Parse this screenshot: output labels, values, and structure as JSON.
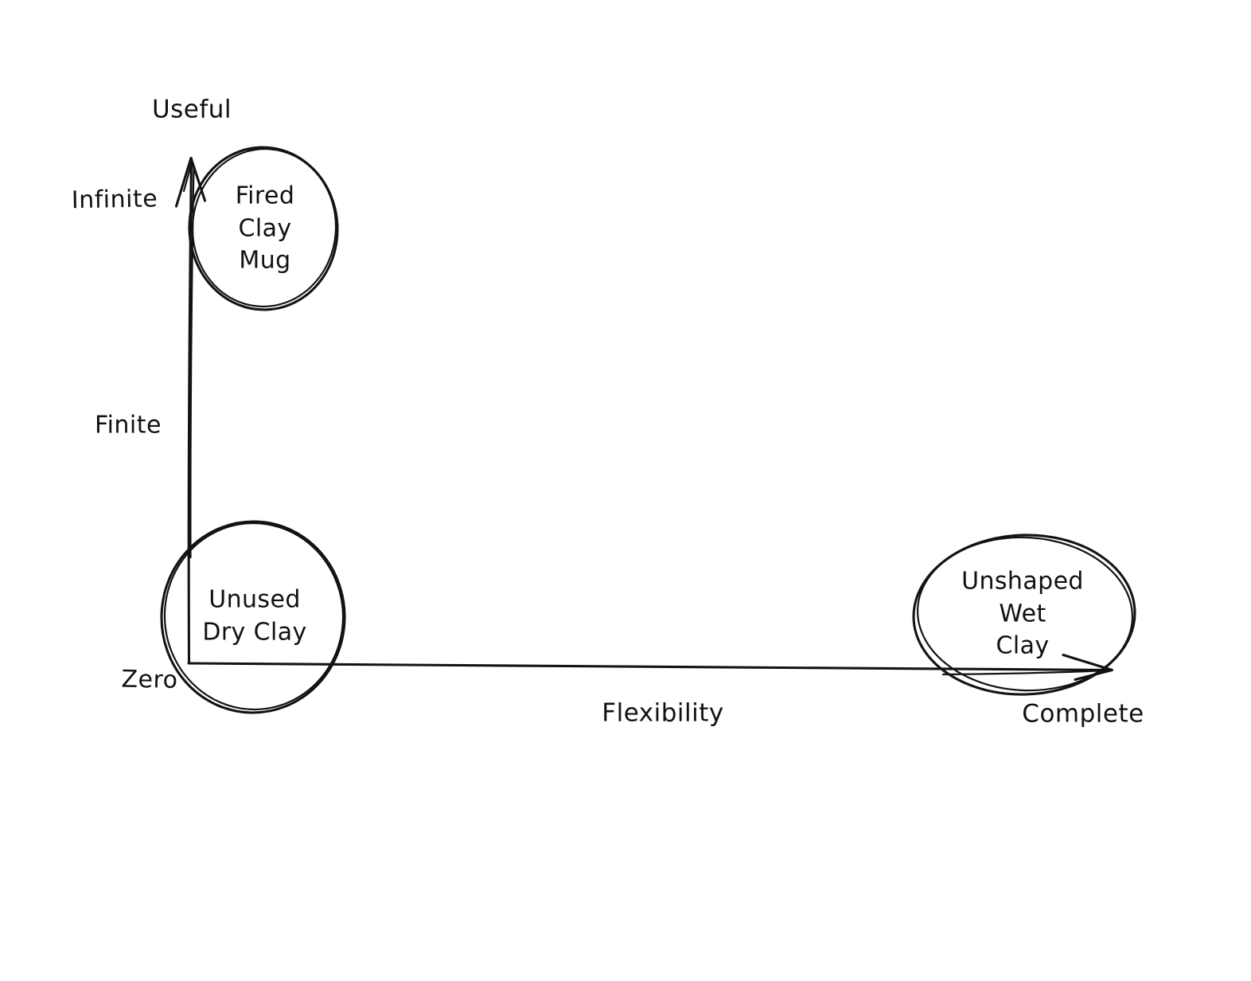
{
  "diagram": {
    "background_color": "#ffffff",
    "ink_color": "#131313",
    "y_axis": {
      "name": "Useful",
      "ticks": [
        {
          "id": "infinite",
          "text": "Infinite"
        },
        {
          "id": "finite",
          "text": "Finite"
        },
        {
          "id": "zero",
          "text": "Zero"
        }
      ]
    },
    "x_axis": {
      "name": "Flexibility",
      "end_tick": "Complete"
    },
    "nodes": [
      {
        "id": "fired-clay-mug",
        "lines": [
          "Fired",
          "Clay",
          "Mug"
        ],
        "position": "high-useful, low-flexibility"
      },
      {
        "id": "unused-dry-clay",
        "lines": [
          "Unused",
          "Dry Clay"
        ],
        "position": "zero-useful, zero-flexibility"
      },
      {
        "id": "unshaped-wet-clay",
        "lines": [
          "Unshaped",
          "Wet",
          "Clay"
        ],
        "position": "zero-useful, complete-flexibility"
      }
    ]
  }
}
